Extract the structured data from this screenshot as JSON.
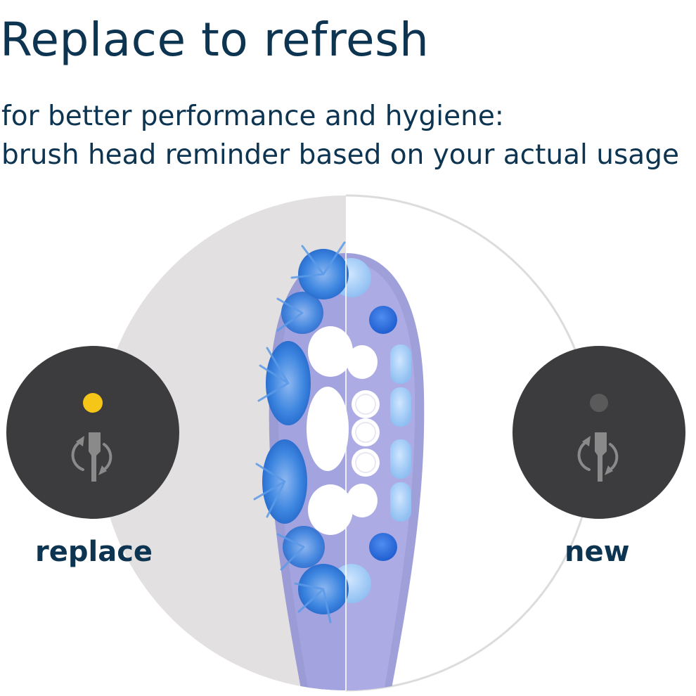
{
  "headline": "Replace to refresh",
  "subline_1": "for better performance and hygiene:",
  "subline_2": "brush head reminder based on your actual usage",
  "states": [
    {
      "label": "replace",
      "indicator": "light-on",
      "indicator_color": "#f5c518",
      "icon": "brush-head-replace-icon"
    },
    {
      "label": "new",
      "indicator": "light-off",
      "indicator_color": "#5a5a5a",
      "icon": "brush-head-replace-icon"
    }
  ],
  "colors": {
    "text": "#0d3450",
    "worn_background": "#e3e0e1",
    "indicator_panel": "#3c3c3e",
    "icon_gray": "#8a8a8a",
    "bristle_blue": "#4a8fe0"
  }
}
